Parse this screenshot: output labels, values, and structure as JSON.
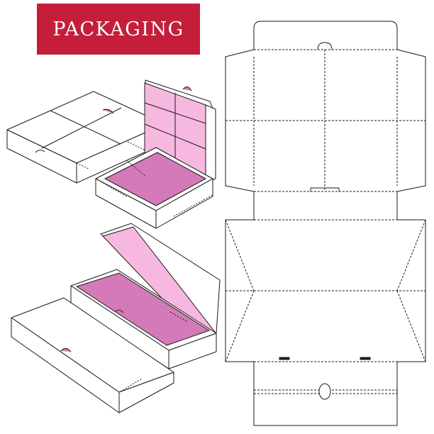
{
  "banner": {
    "title": "PACKAGING"
  },
  "colors": {
    "banner": "#c41e3a",
    "inner_light": "#f7b8e0",
    "inner_dark": "#d57ab8",
    "outline": "#1a1a1a"
  },
  "icons": [
    "closed-box",
    "open-tray-box",
    "open-long-box",
    "closed-long-box",
    "dieline-template"
  ]
}
